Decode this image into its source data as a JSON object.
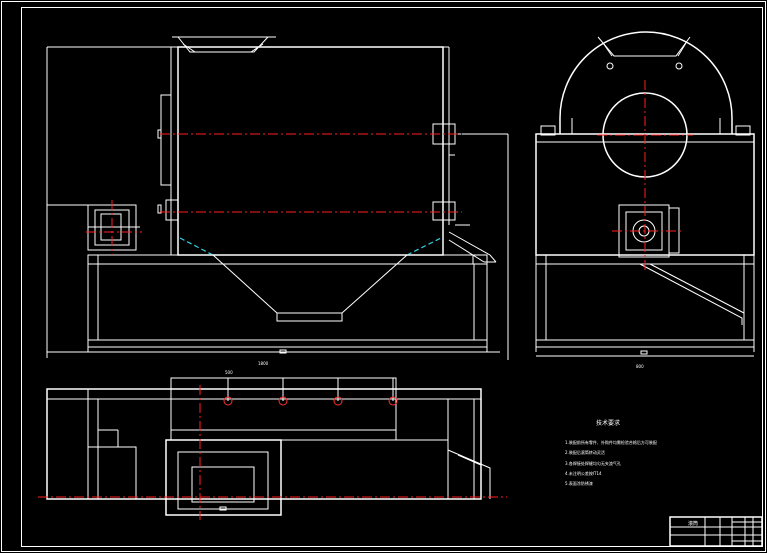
{
  "technical_requirements": {
    "title": "技术要求",
    "items": [
      "1.装配前所有零件、外购件均需检验合格后方可装配",
      "2.装配后滚筒转动灵活",
      "3.各焊接处焊缝均匀无夹渣气孔",
      "4.未注明公差按IT14",
      "5.表面涂防锈漆"
    ]
  },
  "title_block": {
    "name": "滚筒"
  },
  "colors": {
    "background": "#000000",
    "outline": "#ffffff",
    "centerline": "#ff2020",
    "hidden_line": "#30d0e0"
  }
}
